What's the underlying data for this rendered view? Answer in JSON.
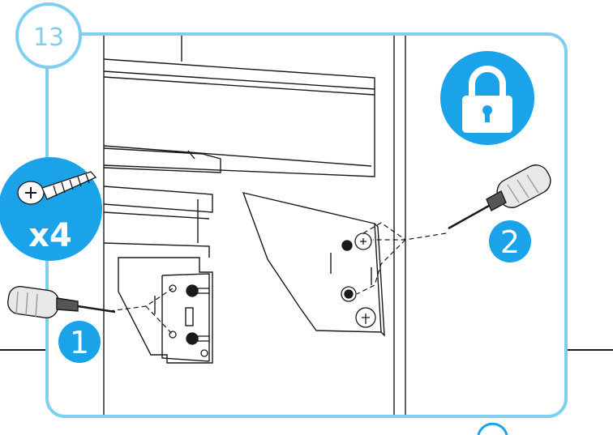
{
  "step": {
    "number": "13"
  },
  "screw_badge": {
    "quantity": "x4",
    "icon": "screw-icon"
  },
  "lock": {
    "icon": "padlock-icon"
  },
  "callouts": [
    {
      "label": "1",
      "tool": "screwdriver-icon"
    },
    {
      "label": "2",
      "tool": "screwdriver-icon"
    }
  ],
  "colors": {
    "accent": "#1aa3e8",
    "frame": "#7fd0f0",
    "line": "#1a1a1a"
  }
}
